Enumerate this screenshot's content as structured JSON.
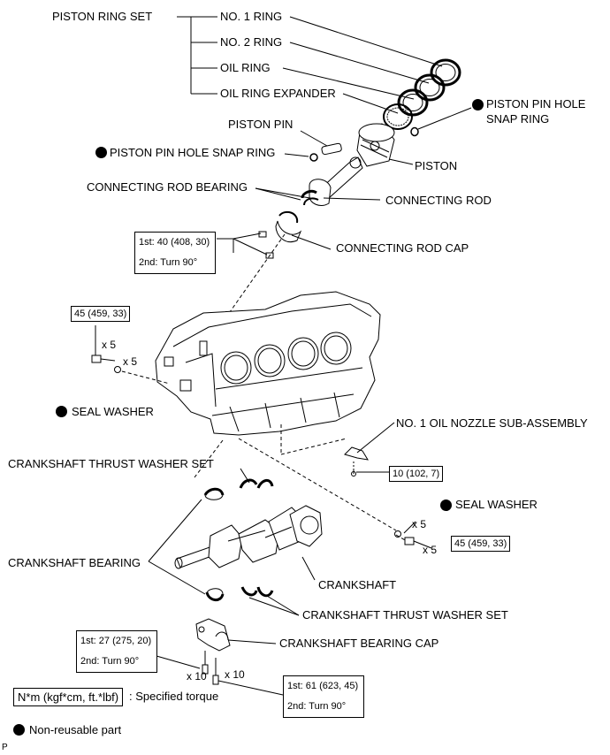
{
  "labels": {
    "piston_ring_set": "PISTON RING SET",
    "no1_ring": "NO. 1 RING",
    "no2_ring": "NO. 2 RING",
    "oil_ring": "OIL RING",
    "oil_ring_expander": "OIL RING EXPANDER",
    "piston_pin_hole_snap_ring_right_1": "PISTON PIN HOLE",
    "piston_pin_hole_snap_ring_right_2": "SNAP RING",
    "piston_pin": "PISTON PIN",
    "piston_pin_hole_snap_ring_left": "PISTON PIN HOLE SNAP RING",
    "piston": "PISTON",
    "connecting_rod_bearing": "CONNECTING ROD BEARING",
    "connecting_rod": "CONNECTING ROD",
    "connecting_rod_cap": "CONNECTING ROD CAP",
    "seal_washer_left": "SEAL WASHER",
    "no1_oil_nozzle": "NO. 1 OIL NOZZLE SUB-ASSEMBLY",
    "crankshaft_thrust_washer_set_top": "CRANKSHAFT THRUST WASHER SET",
    "seal_washer_right": "SEAL WASHER",
    "crankshaft_bearing": "CRANKSHAFT BEARING",
    "crankshaft": "CRANKSHAFT",
    "crankshaft_thrust_washer_set_bottom": "CRANKSHAFT THRUST WASHER SET",
    "crankshaft_bearing_cap": "CRANKSHAFT BEARING CAP"
  },
  "torques": {
    "rod_cap_1": "1st: 40 (408, 30)",
    "rod_cap_2": "2nd: Turn 90°",
    "block_bolt": "45 (459, 33)",
    "nozzle": "10 (102, 7)",
    "block_bolt_right": "45 (459, 33)",
    "bearing_cap_a_1": "1st: 27 (275, 20)",
    "bearing_cap_a_2": "2nd: Turn 90°",
    "bearing_cap_b_1": "1st: 61 (623, 45)",
    "bearing_cap_b_2": "2nd: Turn 90°"
  },
  "quantities": {
    "x5_a": "x 5",
    "x5_b": "x 5",
    "x5_c": "x 5",
    "x5_d": "x 5",
    "x10_a": "x 10",
    "x10_b": "x 10"
  },
  "legend": {
    "torque_unit": "N*m (kgf*cm, ft.*lbf)",
    "torque_text": ": Specified torque",
    "nonreusable": "Non-reusable part"
  },
  "footer_code": "P"
}
